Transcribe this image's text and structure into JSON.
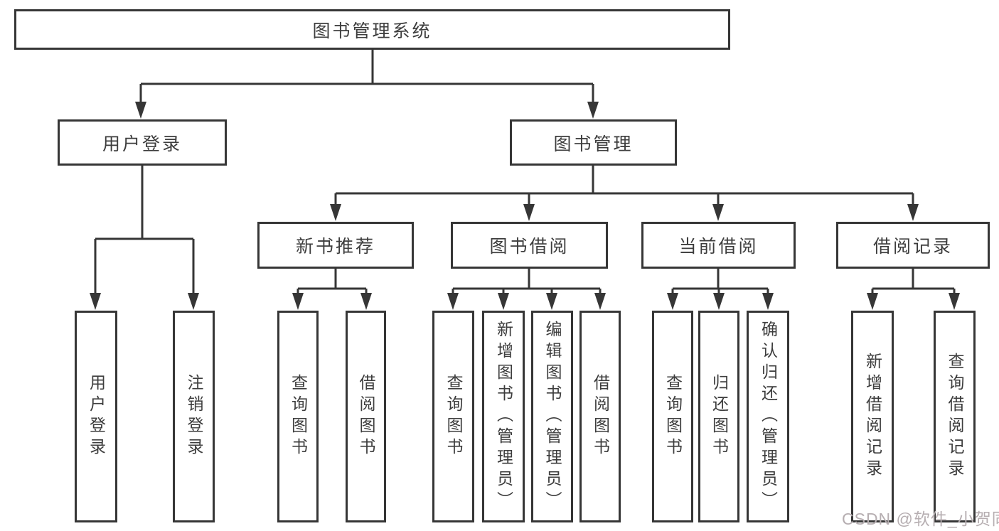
{
  "tree": {
    "root": {
      "label": "图书管理系统"
    },
    "branches": [
      {
        "label": "用户登录",
        "children": [
          {
            "label": "用户登录"
          },
          {
            "label": "注销登录"
          }
        ]
      },
      {
        "label": "图书管理",
        "children": [
          {
            "label": "新书推荐",
            "children": [
              {
                "label": "查询图书"
              },
              {
                "label": "借阅图书"
              }
            ]
          },
          {
            "label": "图书借阅",
            "children": [
              {
                "label": "查询图书"
              },
              {
                "label": "新增图书（管理员）"
              },
              {
                "label": "编辑图书（管理员）"
              },
              {
                "label": "借阅图书"
              }
            ]
          },
          {
            "label": "当前借阅",
            "children": [
              {
                "label": "查询图书"
              },
              {
                "label": "归还图书"
              },
              {
                "label": "确认归还（管理员）"
              }
            ]
          },
          {
            "label": "借阅记录",
            "children": [
              {
                "label": "新增借阅记录"
              },
              {
                "label": "查询借阅记录"
              }
            ]
          }
        ]
      }
    ]
  },
  "watermark": {
    "text": "CSDN @软件_小贺同学"
  },
  "colors": {
    "line": "#363636",
    "text": "#3d3d3d",
    "watermark": "#b6aeb1",
    "background": "#ffffff"
  }
}
